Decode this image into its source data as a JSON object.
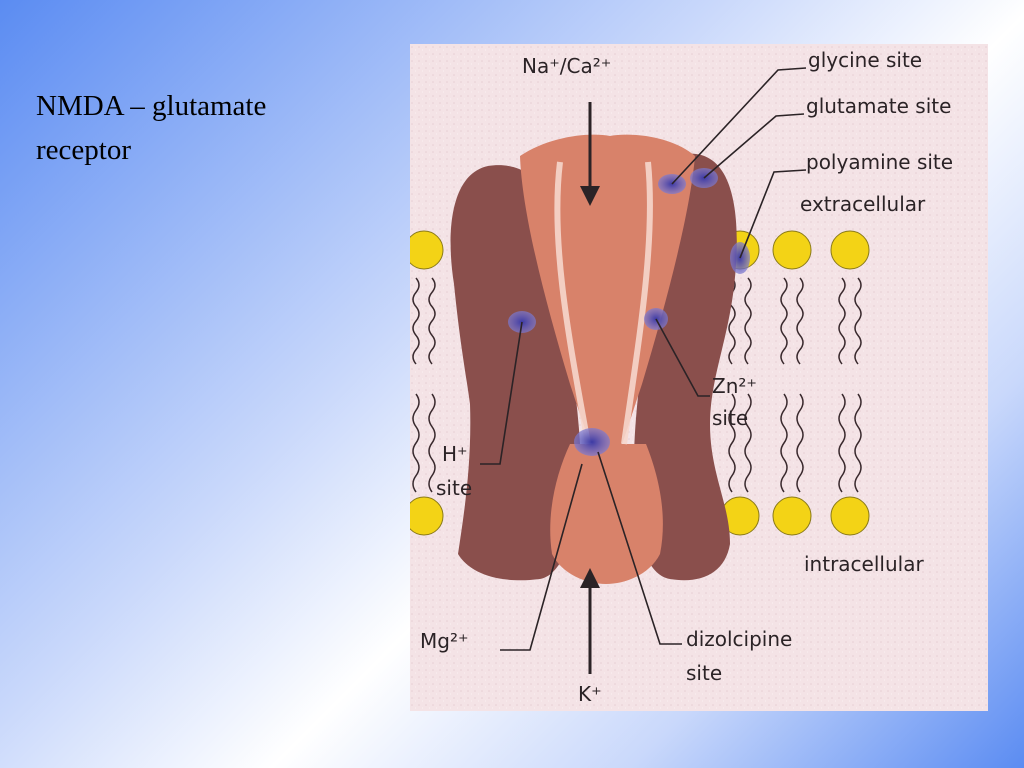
{
  "slide": {
    "title": "NMDA – glutamate receptor"
  },
  "figure": {
    "labels": {
      "na_ca": "Na⁺/Ca²⁺",
      "glycine": "glycine site",
      "glutamate": "glutamate site",
      "polyamine": "polyamine site",
      "extracellular": "extracellular",
      "zn_line1": "Zn²⁺",
      "zn_line2": "site",
      "h_line1": "H⁺",
      "h_line2": "site",
      "intracellular": "intracellular",
      "mg": "Mg²⁺",
      "dizolcipine_line1": "dizolcipine",
      "dizolcipine_line2": "site",
      "k": "K⁺"
    },
    "colors": {
      "background": "#f4e3e6",
      "outer_subunit": "#8a4f4c",
      "inner_subunit": "#d8826a",
      "binding_site": "#5e5ab8",
      "lipid_head": "#f3d316",
      "arrow": "#2b2326"
    }
  }
}
